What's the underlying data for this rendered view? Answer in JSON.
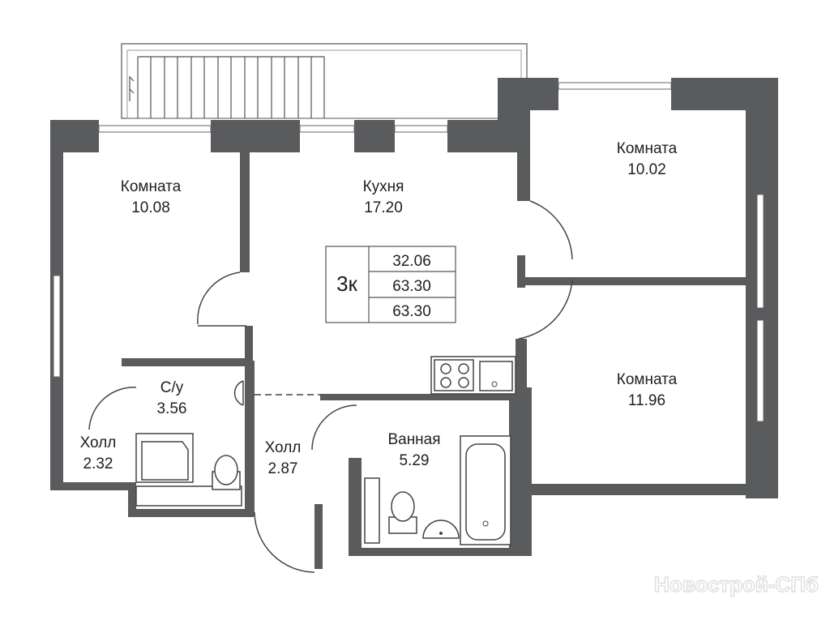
{
  "apartment": {
    "type_label": "3к",
    "areas": [
      "32.06",
      "63.30",
      "63.30"
    ]
  },
  "rooms": [
    {
      "id": "room-left",
      "name": "Комната",
      "area": "10.08"
    },
    {
      "id": "kitchen",
      "name": "Кухня",
      "area": "17.20"
    },
    {
      "id": "room-top-right",
      "name": "Комната",
      "area": "10.02"
    },
    {
      "id": "room-bottom-right",
      "name": "Комната",
      "area": "11.96"
    },
    {
      "id": "toilet",
      "name": "С/у",
      "area": "3.56"
    },
    {
      "id": "hall-left",
      "name": "Холл",
      "area": "2.32"
    },
    {
      "id": "hall-center",
      "name": "Холл",
      "area": "2.87"
    },
    {
      "id": "bathroom",
      "name": "Ванная",
      "area": "5.29"
    }
  ],
  "watermark": "Новострой-СПб",
  "colors": {
    "wall": "#5a5b5d",
    "line": "#444444"
  }
}
